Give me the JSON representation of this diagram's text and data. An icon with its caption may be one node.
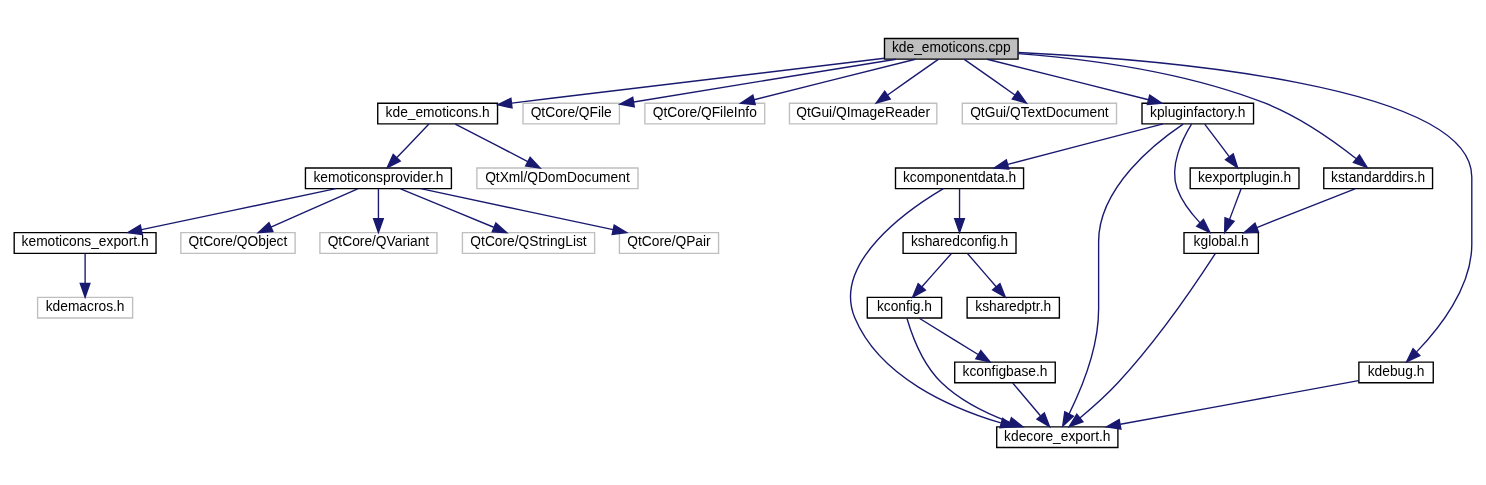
{
  "diagram": {
    "nodes": [
      {
        "text": [
          "kde_emoticons.cpp"
        ]
      },
      {
        "text": [
          "kde_emoticons.h"
        ]
      },
      {
        "text": [
          "QtCore/QFile"
        ]
      },
      {
        "text": [
          "QtCore/QFileInfo"
        ]
      },
      {
        "text": [
          "QtGui/QImageReader"
        ]
      },
      {
        "text": [
          "QtGui/QTextDocument"
        ]
      },
      {
        "text": [
          "kpluginfactory.h"
        ]
      },
      {
        "text": [
          "kemoticonsprovider.h"
        ]
      },
      {
        "text": [
          "QtXml/QDomDocument"
        ]
      },
      {
        "text": [
          "kcomponentdata.h"
        ]
      },
      {
        "text": [
          "kexportplugin.h"
        ]
      },
      {
        "text": [
          "kstandarddirs.h"
        ]
      },
      {
        "text": [
          "kemoticons_export.h"
        ]
      },
      {
        "text": [
          "QtCore/QObject"
        ]
      },
      {
        "text": [
          "QtCore/QVariant"
        ]
      },
      {
        "text": [
          "QtCore/QStringList"
        ]
      },
      {
        "text": [
          "QtCore/QPair"
        ]
      },
      {
        "text": [
          "ksharedconfig.h"
        ]
      },
      {
        "text": [
          "kglobal.h"
        ]
      },
      {
        "text": [
          "kdemacros.h"
        ]
      },
      {
        "text": [
          "ksharedptr.h"
        ]
      },
      {
        "text": [
          "kconfig.h"
        ]
      },
      {
        "text": [
          "kconfigbase.h"
        ]
      },
      {
        "text": [
          "kdebug.h"
        ]
      },
      {
        "text": [
          "kdecore_export.h"
        ]
      }
    ],
    "edges": [
      {
        "from": 0,
        "to": 1,
        "arrow": "to"
      },
      {
        "from": 0,
        "to": 2,
        "arrow": "to"
      },
      {
        "from": 0,
        "to": 3,
        "arrow": "to"
      },
      {
        "from": 0,
        "to": 4,
        "arrow": "to"
      },
      {
        "from": 0,
        "to": 5,
        "arrow": "to"
      },
      {
        "from": 0,
        "to": 6,
        "arrow": "to"
      },
      {
        "from": 0,
        "to": 11,
        "arrow": "to"
      },
      {
        "from": 0,
        "to": 23,
        "arrow": "to"
      },
      {
        "from": 1,
        "to": 7,
        "arrow": "to"
      },
      {
        "from": 1,
        "to": 8,
        "arrow": "to"
      },
      {
        "from": 7,
        "to": 12,
        "arrow": "to"
      },
      {
        "from": 7,
        "to": 13,
        "arrow": "to"
      },
      {
        "from": 7,
        "to": 14,
        "arrow": "to"
      },
      {
        "from": 7,
        "to": 15,
        "arrow": "to"
      },
      {
        "from": 7,
        "to": 16,
        "arrow": "to"
      },
      {
        "from": 12,
        "to": 19,
        "arrow": "to"
      },
      {
        "from": 6,
        "to": 24,
        "arrow": "to"
      },
      {
        "from": 6,
        "to": 9,
        "arrow": "to"
      },
      {
        "from": 6,
        "to": 10,
        "arrow": "to"
      },
      {
        "from": 6,
        "to": 18,
        "arrow": "to"
      },
      {
        "from": 9,
        "to": 17,
        "arrow": "to"
      },
      {
        "from": 9,
        "to": 24,
        "arrow": "to"
      },
      {
        "from": 10,
        "to": 18,
        "arrow": "to"
      },
      {
        "from": 11,
        "to": 18,
        "arrow": "to"
      },
      {
        "from": 17,
        "to": 20,
        "arrow": "to"
      },
      {
        "from": 17,
        "to": 21,
        "arrow": "to"
      },
      {
        "from": 21,
        "to": 22,
        "arrow": "to"
      },
      {
        "from": 21,
        "to": 24,
        "arrow": "to"
      },
      {
        "from": 22,
        "to": 24,
        "arrow": "to"
      },
      {
        "from": 18,
        "to": 24,
        "arrow": "to"
      },
      {
        "from": 23,
        "to": 24,
        "arrow": "to"
      }
    ]
  }
}
